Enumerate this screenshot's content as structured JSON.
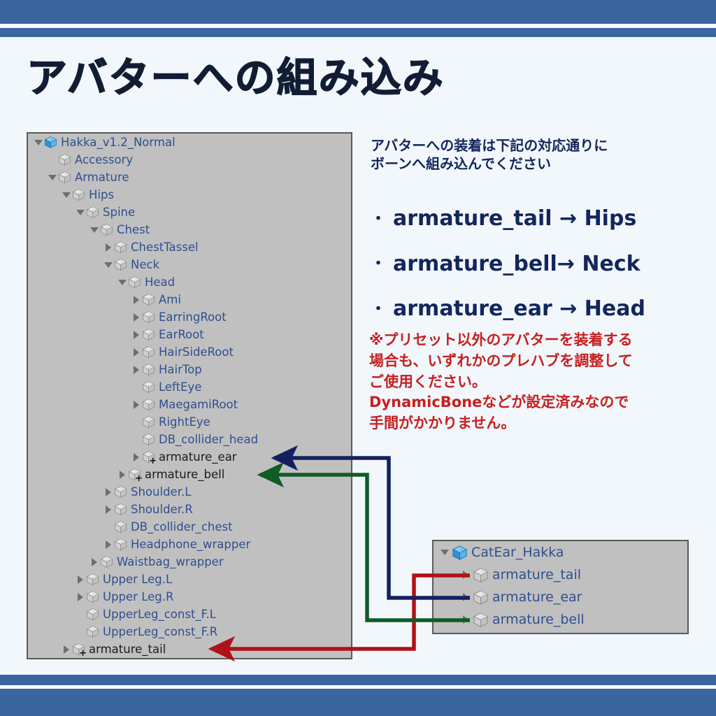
{
  "slide": {
    "title": "アバターへの組み込み",
    "accent_blue": "#3a659e",
    "title_color": "#111d33",
    "background": "#f2f7fc"
  },
  "intro": {
    "line1": "アバターへの装着は下記の対応通りに",
    "line2": "ボーンへ組み込んでください"
  },
  "mapping": {
    "bullet_glyph": "・",
    "items": [
      {
        "source": "armature_tail",
        "arrow": "→",
        "target": "Hips"
      },
      {
        "source": "armature_bell",
        "arrow": "→",
        "target": "Neck"
      },
      {
        "source": "armature_ear",
        "arrow": "→",
        "target": "Head"
      }
    ],
    "rendered": [
      "armature_tail → Hips",
      "armature_bell→ Neck",
      "armature_ear → Head"
    ]
  },
  "note": {
    "color": "#c62020",
    "text": "※プリセット以外のアバターを装着する\n  場合も、いずれかのプレハブを調整して\n  ご使用ください。\n  DynamicBoneなどが設定済みなので\n  手間がかかりません。"
  },
  "main_hierarchy": {
    "panel_name": "avatar-hierarchy-panel",
    "rows": [
      {
        "label": "Hakka_v1.2_Normal",
        "depth": 0,
        "toggle": "down",
        "icon": "prefab-cube-icon",
        "style": "prefab"
      },
      {
        "label": "Accessory",
        "depth": 1,
        "toggle": "none",
        "icon": "cube-icon",
        "style": "normal"
      },
      {
        "label": "Armature",
        "depth": 1,
        "toggle": "down",
        "icon": "cube-icon",
        "style": "normal"
      },
      {
        "label": "Hips",
        "depth": 2,
        "toggle": "down",
        "icon": "cube-icon",
        "style": "normal"
      },
      {
        "label": "Spine",
        "depth": 3,
        "toggle": "down",
        "icon": "cube-icon",
        "style": "normal"
      },
      {
        "label": "Chest",
        "depth": 4,
        "toggle": "down",
        "icon": "cube-icon",
        "style": "normal"
      },
      {
        "label": "ChestTassel",
        "depth": 5,
        "toggle": "right",
        "icon": "cube-icon",
        "style": "normal"
      },
      {
        "label": "Neck",
        "depth": 5,
        "toggle": "down",
        "icon": "cube-icon",
        "style": "normal"
      },
      {
        "label": "Head",
        "depth": 6,
        "toggle": "down",
        "icon": "cube-icon",
        "style": "normal"
      },
      {
        "label": "Ami",
        "depth": 7,
        "toggle": "right",
        "icon": "cube-icon",
        "style": "normal"
      },
      {
        "label": "EarringRoot",
        "depth": 7,
        "toggle": "right",
        "icon": "cube-icon",
        "style": "normal"
      },
      {
        "label": "EarRoot",
        "depth": 7,
        "toggle": "right",
        "icon": "cube-icon",
        "style": "normal"
      },
      {
        "label": "HairSideRoot",
        "depth": 7,
        "toggle": "right",
        "icon": "cube-icon",
        "style": "normal"
      },
      {
        "label": "HairTop",
        "depth": 7,
        "toggle": "right",
        "icon": "cube-icon",
        "style": "normal"
      },
      {
        "label": "LeftEye",
        "depth": 7,
        "toggle": "none",
        "icon": "cube-icon",
        "style": "normal"
      },
      {
        "label": "MaegamiRoot",
        "depth": 7,
        "toggle": "right",
        "icon": "cube-icon",
        "style": "normal"
      },
      {
        "label": "RightEye",
        "depth": 7,
        "toggle": "none",
        "icon": "cube-icon",
        "style": "normal"
      },
      {
        "label": "DB_collider_head",
        "depth": 7,
        "toggle": "none",
        "icon": "cube-icon",
        "style": "normal"
      },
      {
        "label": "armature_ear",
        "depth": 7,
        "toggle": "right",
        "icon": "prefab-plus-cube-icon",
        "style": "dark"
      },
      {
        "label": "armature_bell",
        "depth": 6,
        "toggle": "right",
        "icon": "prefab-plus-cube-icon",
        "style": "dark"
      },
      {
        "label": "Shoulder.L",
        "depth": 5,
        "toggle": "right",
        "icon": "cube-icon",
        "style": "normal"
      },
      {
        "label": "Shoulder.R",
        "depth": 5,
        "toggle": "right",
        "icon": "cube-icon",
        "style": "normal"
      },
      {
        "label": "DB_collider_chest",
        "depth": 5,
        "toggle": "none",
        "icon": "cube-icon",
        "style": "normal"
      },
      {
        "label": "Headphone_wrapper",
        "depth": 5,
        "toggle": "right",
        "icon": "cube-icon",
        "style": "normal"
      },
      {
        "label": "Waistbag_wrapper",
        "depth": 4,
        "toggle": "right",
        "icon": "cube-icon",
        "style": "normal"
      },
      {
        "label": "Upper Leg.L",
        "depth": 3,
        "toggle": "right",
        "icon": "cube-icon",
        "style": "normal"
      },
      {
        "label": "Upper Leg.R",
        "depth": 3,
        "toggle": "right",
        "icon": "cube-icon",
        "style": "normal"
      },
      {
        "label": "UpperLeg_const_F.L",
        "depth": 3,
        "toggle": "none",
        "icon": "cube-icon",
        "style": "normal"
      },
      {
        "label": "UpperLeg_const_F.R",
        "depth": 3,
        "toggle": "none",
        "icon": "cube-icon",
        "style": "normal"
      },
      {
        "label": "armature_tail",
        "depth": 2,
        "toggle": "right",
        "icon": "prefab-plus-cube-icon",
        "style": "dark"
      }
    ]
  },
  "catear_hierarchy": {
    "panel_name": "catear-prefab-panel",
    "rows": [
      {
        "label": "CatEar_Hakka",
        "depth": 0,
        "toggle": "down",
        "icon": "prefab-cube-icon",
        "style": "prefab"
      },
      {
        "label": "armature_tail",
        "depth": 1,
        "toggle": "right",
        "icon": "cube-icon",
        "style": "normal"
      },
      {
        "label": "armature_ear",
        "depth": 1,
        "toggle": "right",
        "icon": "cube-icon",
        "style": "normal"
      },
      {
        "label": "armature_bell",
        "depth": 1,
        "toggle": "right",
        "icon": "cube-icon",
        "style": "normal"
      }
    ]
  },
  "connectors": [
    {
      "name": "tail-connector",
      "color": "#b01217",
      "from": "CatEar_Hakka/armature_tail",
      "to": "Armature/armature_tail"
    },
    {
      "name": "ear-connector",
      "color": "#14205e",
      "from": "CatEar_Hakka/armature_ear",
      "to": "Head/armature_ear"
    },
    {
      "name": "bell-connector",
      "color": "#0f5c25",
      "from": "CatEar_Hakka/armature_bell",
      "to": "Neck/armature_bell"
    }
  ]
}
